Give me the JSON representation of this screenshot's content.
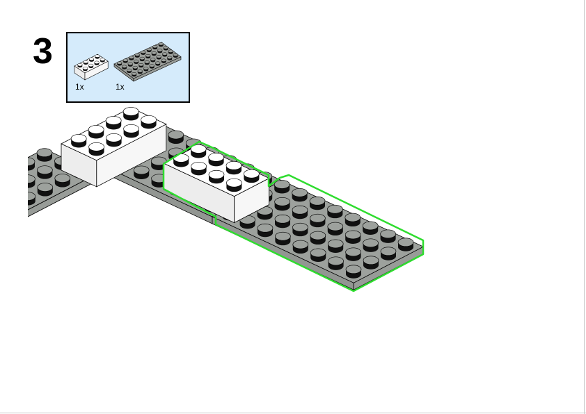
{
  "step": {
    "number": "3"
  },
  "parts_list": [
    {
      "qty": "1x",
      "color": "#ffffff"
    },
    {
      "qty": "1x",
      "color": "#9a9e9a"
    }
  ],
  "colors": {
    "plate_gray": "#9da19d",
    "brick_white": "#ffffff",
    "highlight": "#2fdc2f",
    "parts_bg": "#d5ebfb"
  }
}
